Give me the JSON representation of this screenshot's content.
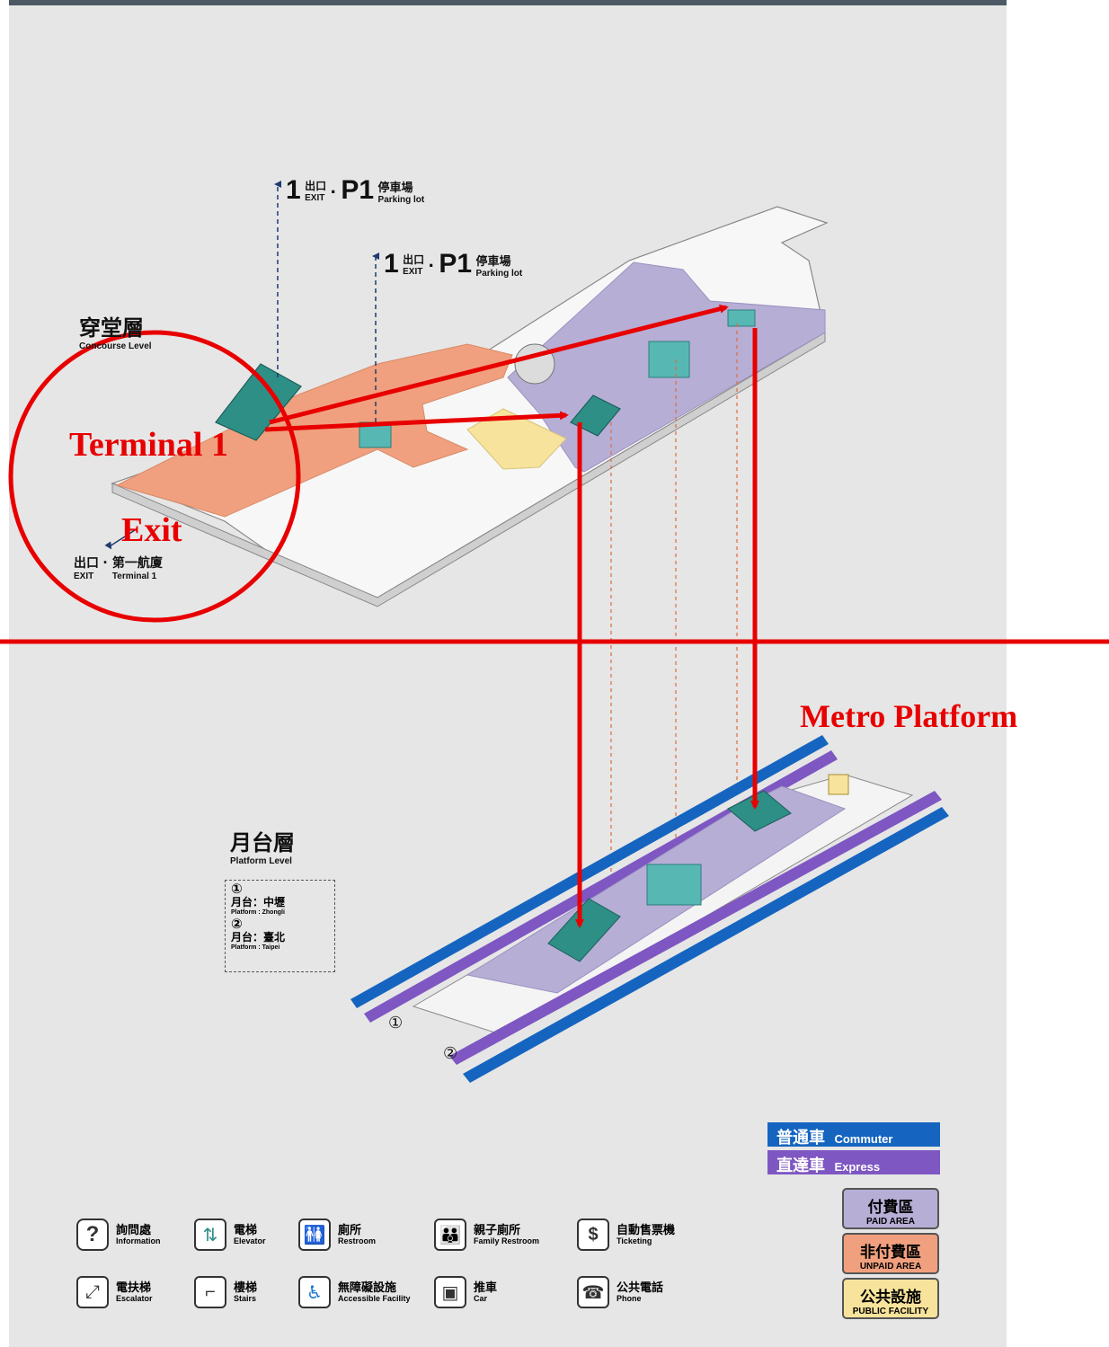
{
  "concourse": {
    "title_zh": "穿堂層",
    "title_en": "Concourse Level",
    "exit_top1": {
      "num": "1",
      "exit_zh": "出口",
      "exit_en": "EXIT",
      "p": "P1",
      "park_zh": "停車場",
      "park_en": "Parking lot"
    },
    "exit_top2": {
      "num": "1",
      "exit_zh": "出口",
      "exit_en": "EXIT",
      "p": "P1",
      "park_zh": "停車場",
      "park_en": "Parking lot"
    },
    "exit_bottom": {
      "exit_zh": "出口",
      "exit_en": "EXIT",
      "dot": "·",
      "terminal_zh": "第一航廈",
      "terminal_en": "Terminal 1"
    }
  },
  "platform": {
    "title_zh": "月台層",
    "title_en": "Platform Level",
    "platforms": [
      {
        "num": "①",
        "label_zh": "月台：中壢",
        "label_en": "Platform : Zhongli"
      },
      {
        "num": "②",
        "label_zh": "月台：臺北",
        "label_en": "Platform : Taipei"
      }
    ],
    "track_markers": [
      "①",
      "②"
    ]
  },
  "annotations": {
    "terminal": "Terminal 1",
    "exit": "Exit",
    "metro": "Metro Platform",
    "color": "#e80000"
  },
  "legend": {
    "lines": [
      {
        "zh": "普通車",
        "en": "Commuter",
        "color": "#1565c0"
      },
      {
        "zh": "直達車",
        "en": "Express",
        "color": "#7e57c2"
      }
    ],
    "areas": [
      {
        "zh": "付費區",
        "en": "PAID AREA",
        "color": "#b7aed6"
      },
      {
        "zh": "非付費區",
        "en": "UNPAID AREA",
        "color": "#f0a07e"
      },
      {
        "zh": "公共設施",
        "en": "PUBLIC FACILITY",
        "color": "#f7e39b"
      }
    ],
    "icons": [
      {
        "zh": "詢問處",
        "en": "Information",
        "glyph": "?",
        "icon": "information-icon"
      },
      {
        "zh": "電梯",
        "en": "Elevator",
        "glyph": "⇅",
        "icon": "elevator-icon"
      },
      {
        "zh": "廁所",
        "en": "Restroom",
        "glyph": "🚻",
        "icon": "restroom-icon"
      },
      {
        "zh": "親子廁所",
        "en": "Family Restroom",
        "glyph": "👪",
        "icon": "family-restroom-icon"
      },
      {
        "zh": "自動售票機",
        "en": "Ticketing",
        "glyph": "$",
        "icon": "ticketing-icon"
      },
      {
        "zh": "電扶梯",
        "en": "Escalator",
        "glyph": "⤢",
        "icon": "escalator-icon"
      },
      {
        "zh": "樓梯",
        "en": "Stairs",
        "glyph": "⌐",
        "icon": "stairs-icon"
      },
      {
        "zh": "無障礙設施",
        "en": "Accessible Facility",
        "glyph": "♿",
        "icon": "accessible-icon"
      },
      {
        "zh": "推車",
        "en": "Car",
        "glyph": "▣",
        "icon": "cart-icon"
      },
      {
        "zh": "公共電話",
        "en": "Phone",
        "glyph": "☎",
        "icon": "phone-icon"
      }
    ]
  }
}
